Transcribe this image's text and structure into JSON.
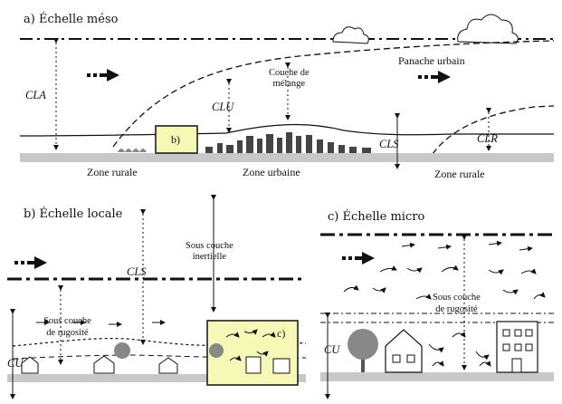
{
  "panels": {
    "meso": {
      "title": "a) Échelle méso",
      "labels": {
        "cla": "CLA",
        "clu": "CLU",
        "couche_melange": "Couche de\nmélange",
        "panache": "Panache urbain",
        "cls": "CLS",
        "clr": "CLR",
        "inset_b": "b)",
        "zone_rurale_left": "Zone rurale",
        "zone_urbaine": "Zone urbaine",
        "zone_rurale_right": "Zone rurale"
      }
    },
    "locale": {
      "title": "b) Échelle locale",
      "labels": {
        "cls": "CLS",
        "sous_couche_inertielle": "Sous couche\ninertielle",
        "sous_couche_rugosite": "Sous couche\nde rugosité",
        "cu": "CU",
        "inset_c": "c)"
      }
    },
    "micro": {
      "title": "c) Échelle micro",
      "labels": {
        "sous_couche_rugosite": "Sous couche\nde rugosité",
        "cu": "CU"
      }
    }
  },
  "colors": {
    "ground": "#c8c8c8",
    "highlight": "#f6f9b5",
    "ink": "#111111"
  }
}
